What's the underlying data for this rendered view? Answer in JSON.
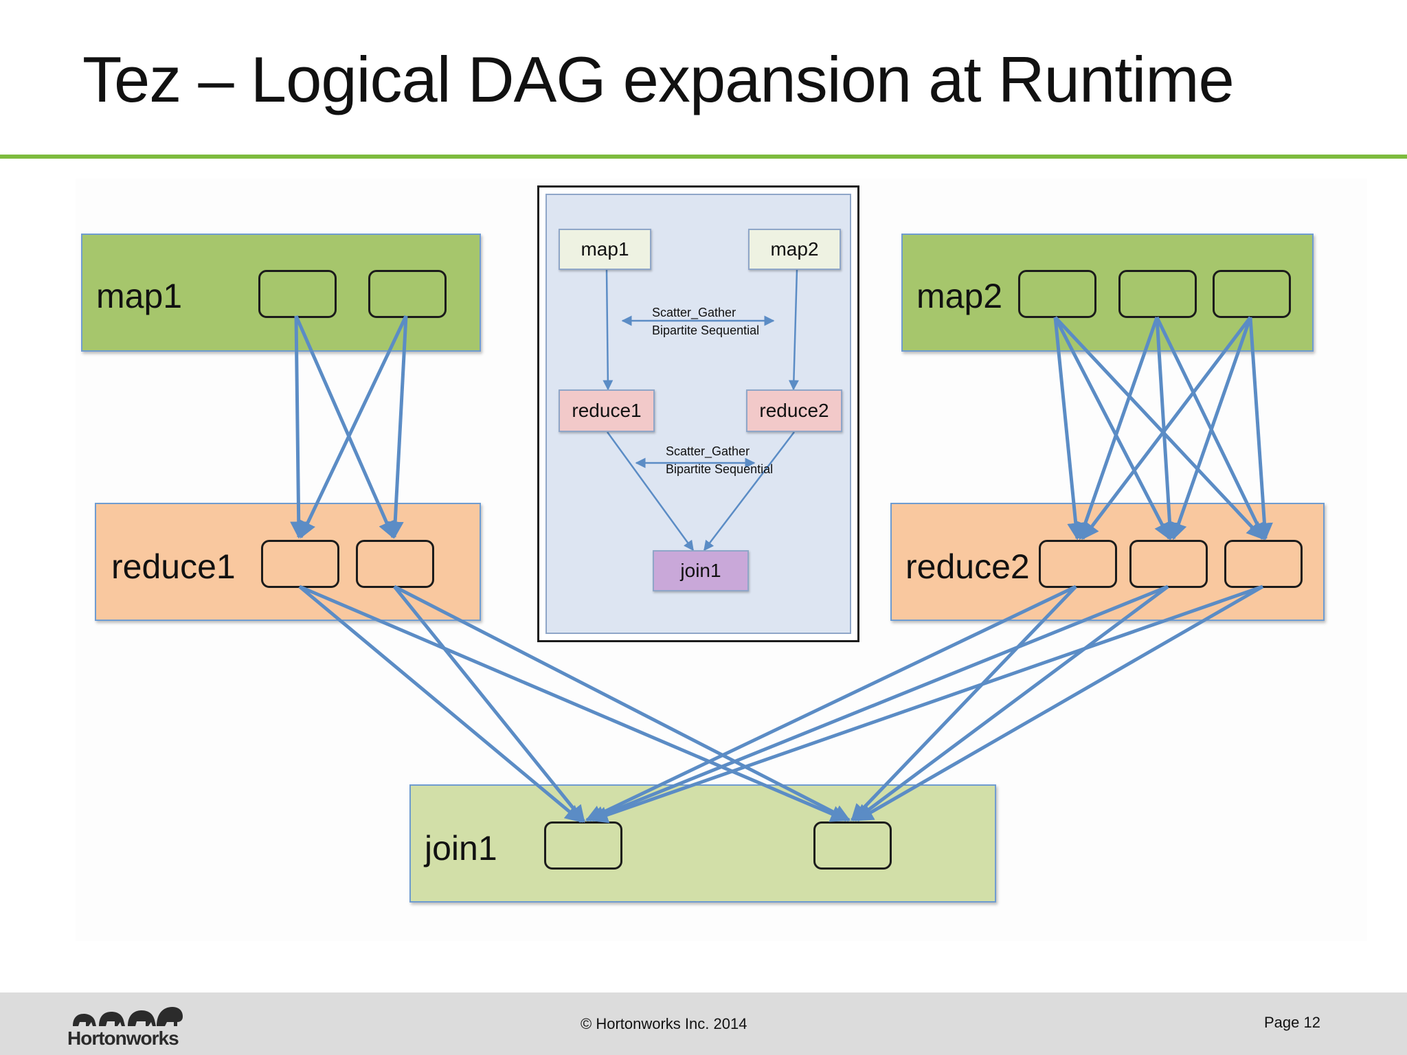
{
  "slide": {
    "title": "Tez – Logical DAG expansion at Runtime",
    "accent_color": "#7dbb3e"
  },
  "physical_dag": {
    "map1": {
      "label": "map1",
      "task_count": 2
    },
    "map2": {
      "label": "map2",
      "task_count": 3
    },
    "reduce1": {
      "label": "reduce1",
      "task_count": 2
    },
    "reduce2": {
      "label": "reduce2",
      "task_count": 3
    },
    "join1": {
      "label": "join1",
      "task_count": 2
    },
    "edge_color": "#5b8cc5"
  },
  "logical_dag": {
    "map1": "map1",
    "map2": "map2",
    "reduce1": "reduce1",
    "reduce2": "reduce2",
    "join1": "join1",
    "edge_map": {
      "line1": "Scatter_Gather",
      "line2": "Bipartite Sequential"
    },
    "edge_reduce": {
      "line1": "Scatter_Gather",
      "line2": "Bipartite Sequential"
    }
  },
  "footer": {
    "logo_text": "Hortonworks",
    "copyright": "© Hortonworks Inc. 2014",
    "page": "Page 12"
  }
}
